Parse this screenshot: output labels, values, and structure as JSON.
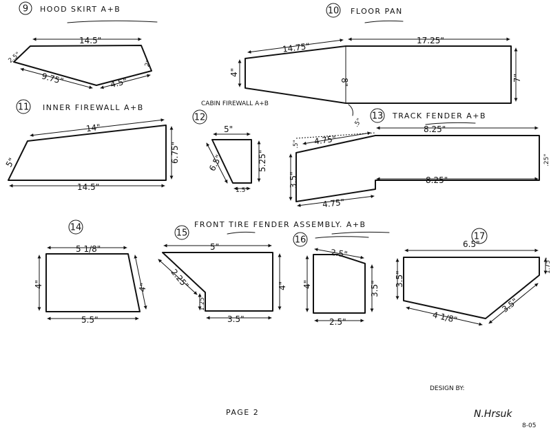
{
  "colors": {
    "ink": "#111111",
    "paper": "#ffffff"
  },
  "parts": [
    {
      "number": "9",
      "title": "HOOD SKIRT A+B",
      "dims": [
        "14.5\"",
        "2.5\"",
        "9.75\"",
        "4.5\"",
        "2\""
      ]
    },
    {
      "number": "10",
      "title": "FLOOR PAN",
      "dims": [
        "14.75\"",
        "17.25\"",
        "4\"",
        "8\"",
        "7\"",
        ".5\""
      ]
    },
    {
      "number": "11",
      "title": "INNER FIREWALL A+B",
      "dims": [
        "14\"",
        "5\"",
        "6.75\"",
        "14.5\""
      ]
    },
    {
      "number": "12",
      "title": "CABIN FIREWALL A+B",
      "dims": [
        "5\"",
        "6.5\"",
        "5.25\"",
        "1.5\""
      ]
    },
    {
      "number": "13",
      "title": "TRACK FENDER A+B",
      "dims": [
        "4.75\"",
        "8.25\"",
        ".5\"",
        "3.5\"",
        ".25\"",
        "8.25\"",
        "4.75\""
      ]
    },
    {
      "number": "14",
      "title": "",
      "dims": [
        "5 1/8\"",
        "4\"",
        "4\"",
        "5.5\""
      ]
    },
    {
      "number": "15",
      "title": "FRONT TIRE FENDER ASSEMBLY. A+B",
      "dims": [
        "5\"",
        "2.25\"",
        "4\"",
        "1.25\"",
        "3.5\""
      ]
    },
    {
      "number": "16",
      "title": "",
      "dims": [
        "2.5\"",
        "4\"",
        "3.5\"",
        "2.5\""
      ]
    },
    {
      "number": "17",
      "title": "",
      "dims": [
        "6.5\"",
        "3.5\"",
        "1.75\"",
        "4 1/8\"",
        "3.5\""
      ]
    }
  ],
  "footer": {
    "page": "PAGE 2",
    "design_by": "DESIGN BY:",
    "signature": "N.Hrsuk",
    "date": "8-05"
  }
}
